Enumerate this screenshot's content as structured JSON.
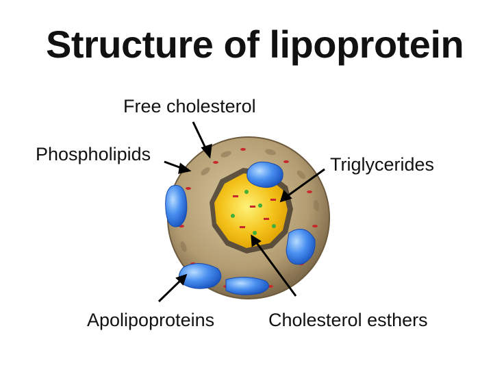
{
  "title": "Structure of lipoprotein",
  "labels": {
    "free_cholesterol": "Free cholesterol",
    "phospholipids": "Phospholipids",
    "triglycerides": "Triglycerides",
    "apolipoproteins": "Apolipoproteins",
    "cholesterol_esthers": "Cholesterol esthers"
  },
  "colors": {
    "shell": "#b7a27a",
    "core": "#f2c21a",
    "apoprotein": "#3a7fe0",
    "arrow": "#000000"
  }
}
